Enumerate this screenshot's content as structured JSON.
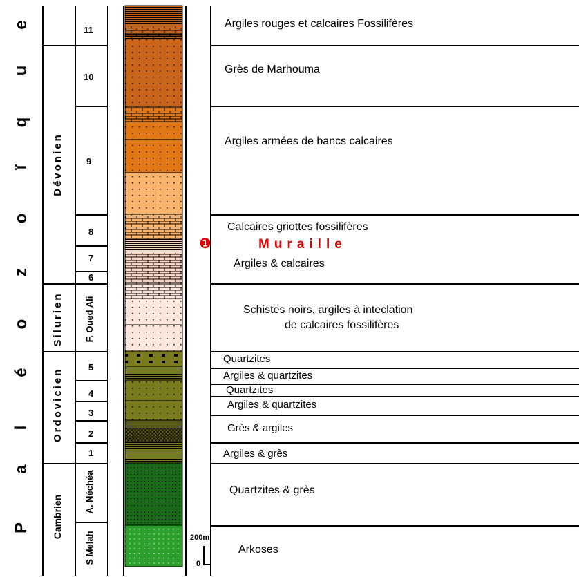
{
  "era": {
    "letters": [
      "P",
      "a",
      "l",
      "é",
      "o",
      "z",
      "o",
      "ï",
      "q",
      "u",
      "e"
    ]
  },
  "periods": [
    {
      "name": "Dévonien"
    },
    {
      "name": "Silurien"
    },
    {
      "name": "Ordovicien"
    },
    {
      "name": "Cambrien"
    }
  ],
  "formations": [
    {
      "name": "F. Oued Ali"
    },
    {
      "name": "A. Néchéa"
    },
    {
      "name": "S Melah"
    }
  ],
  "units": [
    "11",
    "10",
    "9",
    "8",
    "7",
    "6",
    "5",
    "4",
    "3",
    "2",
    "1"
  ],
  "descriptions": [
    "Argiles rouges et calcaires Fossilifères",
    "Grès de Marhouma",
    "Argiles armées de bancs calcaires",
    "Calcaires griottes fossilifères",
    "Argiles & calcaires",
    "Schistes noirs, argiles à inteclation",
    "de calcaires fossilifères",
    "Quartzites",
    "Argiles & quartzites",
    "Quartzites",
    "Argiles & quartzites",
    "Grès & argiles",
    "Argiles & grès",
    "Quartzites & grès",
    "Arkoses"
  ],
  "marker": {
    "symbol": "❶",
    "label": "Muraille",
    "color": "#e00000"
  },
  "scale": {
    "top": "200m",
    "bottom": "0"
  },
  "colors": {
    "dark_orange": "#c8651a",
    "orange": "#e07818",
    "light_orange": "#fbb46e",
    "pale_pink": "#f7d6c4",
    "very_pale_pink": "#fde6dc",
    "olive": "#7a7a1e",
    "dark_olive": "#5a5a14",
    "green": "#2ea02e",
    "dark_green": "#1a6a1a"
  }
}
